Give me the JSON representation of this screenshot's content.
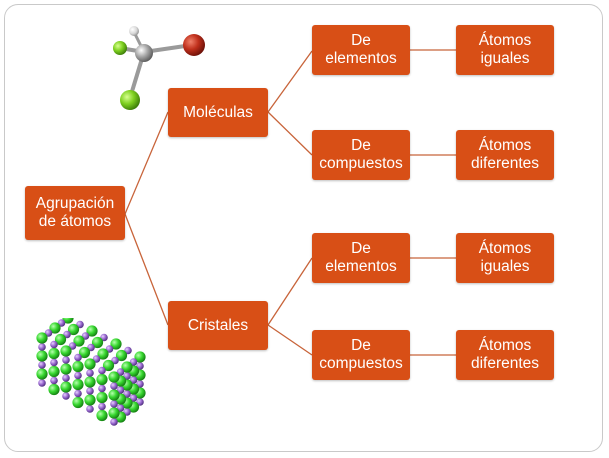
{
  "diagram": {
    "root": {
      "label": "Agrupación\nde átomos"
    },
    "branches": [
      {
        "label": "Moléculas",
        "children": [
          {
            "label": "De\nelementos",
            "result": "Átomos\niguales"
          },
          {
            "label": "De\ncompuestos",
            "result": "Átomos\ndiferentes"
          }
        ]
      },
      {
        "label": "Cristales",
        "children": [
          {
            "label": "De\nelementos",
            "result": "Átomos\niguales"
          },
          {
            "label": "De\ncompuestos",
            "result": "Átomos\ndiferentes"
          }
        ]
      }
    ]
  },
  "colors": {
    "node_fill": "#d84f16",
    "node_text": "#ffffff",
    "connector": "#c8643a"
  },
  "illustrations": {
    "top_left": "molecule-ball-and-stick-icon",
    "bottom_left": "crystal-lattice-icon"
  }
}
